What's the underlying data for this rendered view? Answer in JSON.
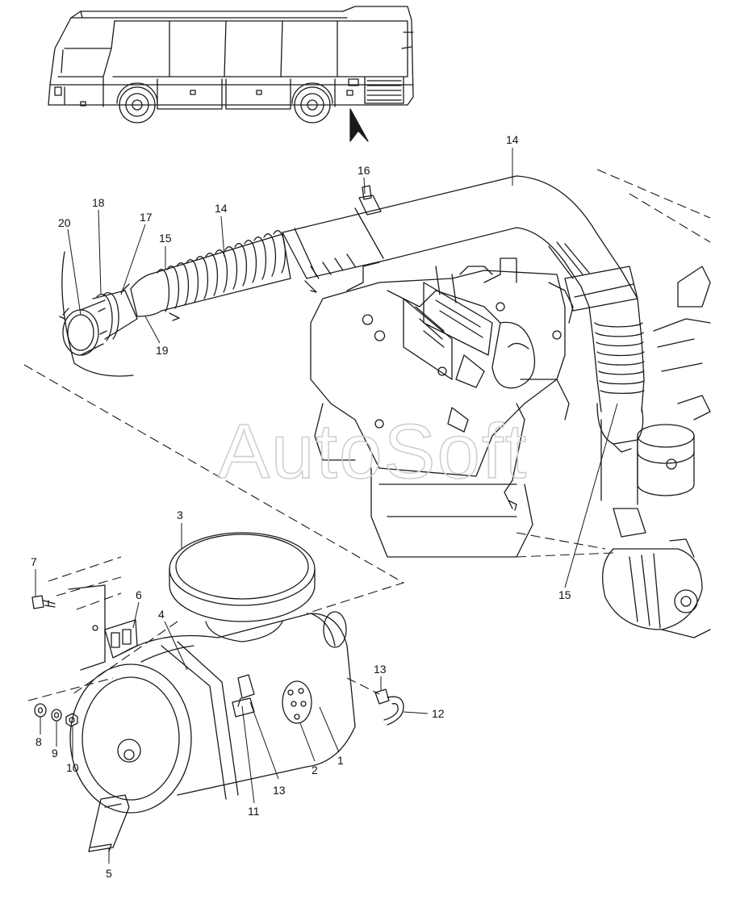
{
  "watermark": "AutoSoft",
  "callouts": [
    "14",
    "16",
    "18",
    "17",
    "14",
    "15",
    "20",
    "19",
    "15",
    "3",
    "7",
    "6",
    "4",
    "13",
    "12",
    "8",
    "9",
    "10",
    "2",
    "1",
    "13",
    "11",
    "5"
  ]
}
